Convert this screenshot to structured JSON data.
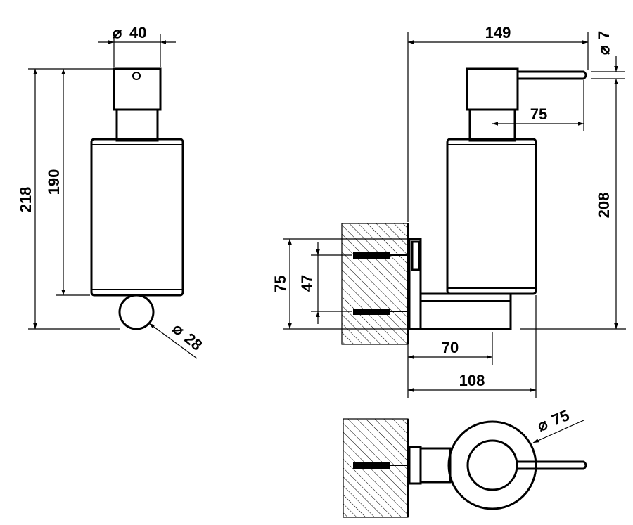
{
  "front_view": {
    "width_label": "40",
    "total_height_label": "218",
    "body_height_label": "190",
    "knob_label": "28"
  },
  "side_view": {
    "total_depth_label": "149",
    "spout_dia_label": "7",
    "spout_length_label": "75",
    "height_label": "208",
    "mount_height_label": "75",
    "screw_spacing_label": "47",
    "bracket_depth_label": "70",
    "body_offset_label": "108"
  },
  "top_view": {
    "diameter_label": "75"
  },
  "symbols": {
    "diameter": "⌀"
  }
}
